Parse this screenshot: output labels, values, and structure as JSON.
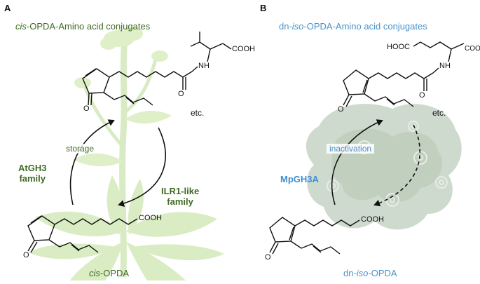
{
  "panelA": {
    "letter": "A",
    "title_italic": "cis",
    "title_rest": "-OPDA-Amino acid conjugates",
    "enzyme_forward": [
      "AtGH3",
      "family"
    ],
    "enzyme_reverse": [
      "ILR1-like",
      "family"
    ],
    "process_label": "storage",
    "etc": "etc.",
    "substrate_italic": "cis",
    "substrate_rest": "-OPDA"
  },
  "panelB": {
    "letter": "B",
    "title_prefix": "dn-",
    "title_italic": "iso",
    "title_rest": "-OPDA-Amino acid conjugates",
    "enzyme_forward": "MpGH3A",
    "process_label": "inactivation",
    "etc": "etc.",
    "substrate_prefix": "dn-",
    "substrate_italic": "iso",
    "substrate_rest": "-OPDA"
  },
  "atoms": {
    "cooh": "COOH",
    "hooc": "HOOC",
    "nh": "NH",
    "o": "O"
  },
  "colors": {
    "green_text": "#3f6b26",
    "blue_text": "#4a93c9",
    "plant_bg": "#dcefc4",
    "liverwort_bg": "#c9d6c7"
  }
}
